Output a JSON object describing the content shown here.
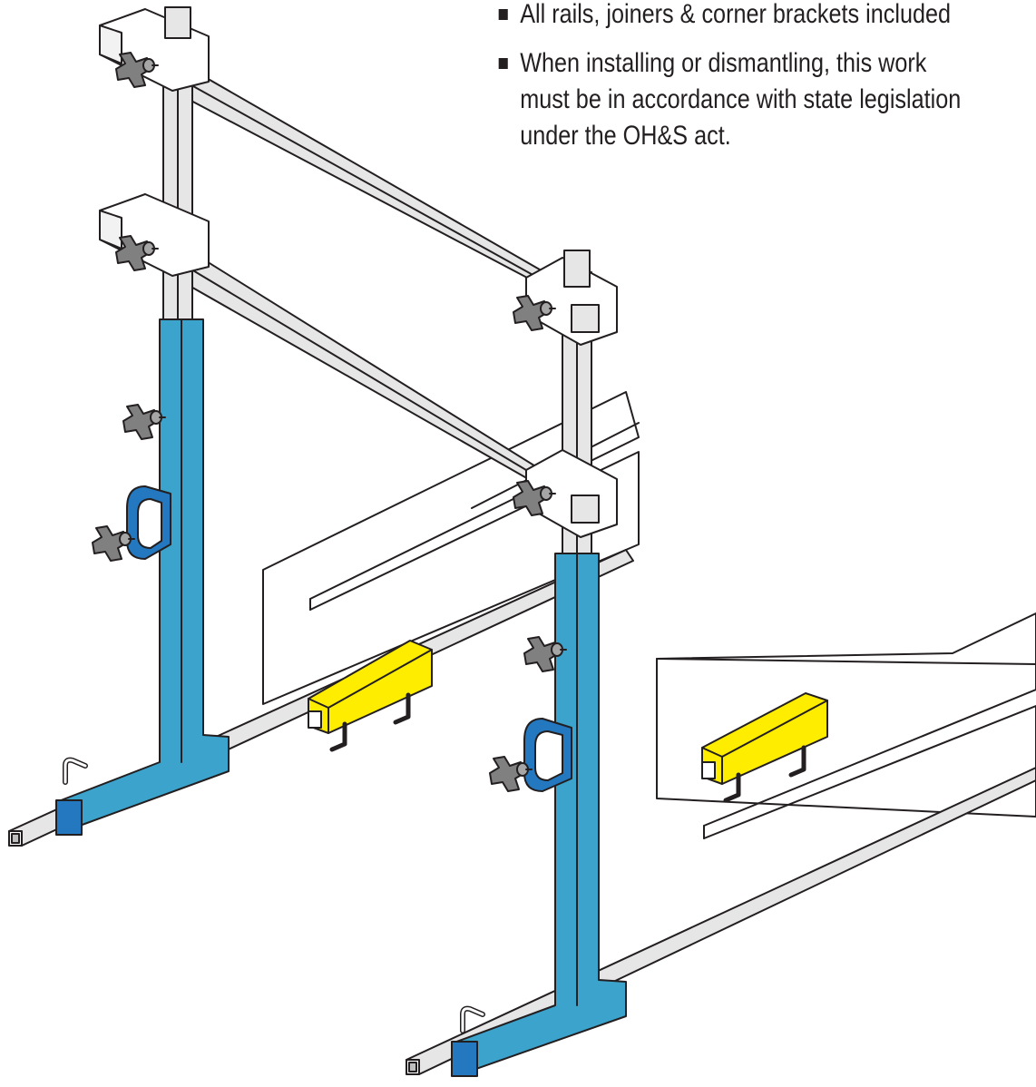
{
  "notes": [
    {
      "lines": [
        "All rails, joiners & corner brackets included"
      ]
    },
    {
      "lines": [
        "When installing or dismantling, this work",
        "must be in accordance with state legislation",
        "under the OH&S act."
      ]
    }
  ],
  "colors": {
    "upright_blue": "#3ba3cc",
    "clamp_blue": "#2378c0",
    "joiner_yellow": "#ffed00",
    "rail_grey": "#e6e6e6",
    "knob_grey": "#808080",
    "outline": "#231f20"
  },
  "icons": [
    "thumb-knob-icon",
    "handle-icon",
    "pin-icon"
  ]
}
